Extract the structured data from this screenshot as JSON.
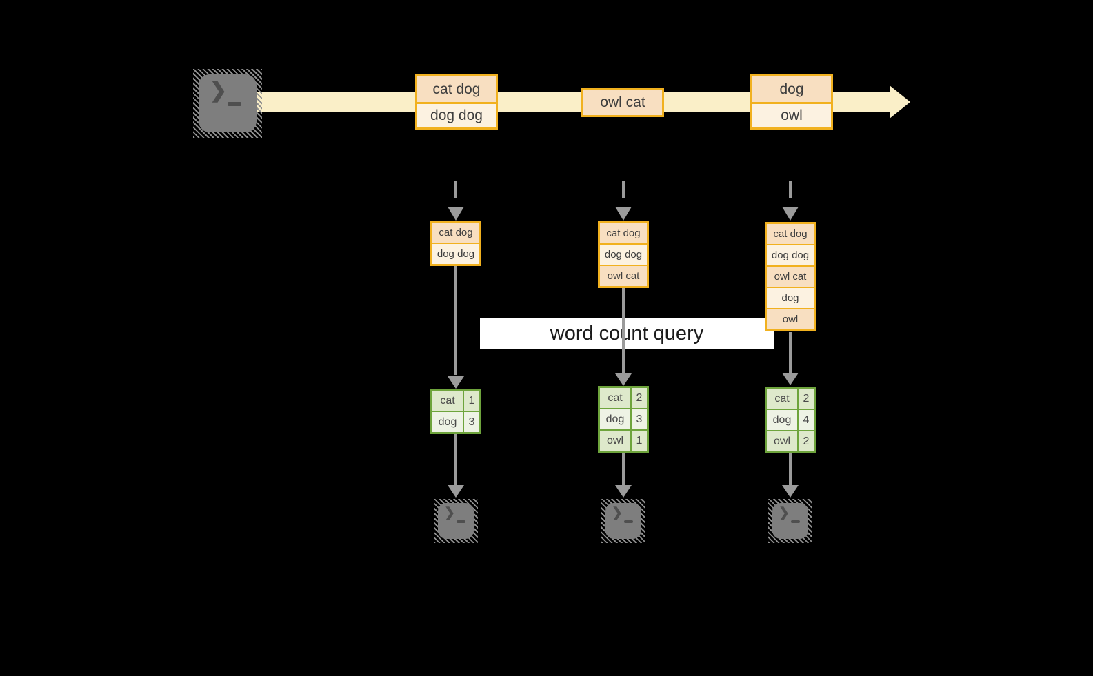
{
  "banner": {
    "label": "word count query"
  },
  "icons": {
    "terminal_prompt": "❯",
    "source": "terminal-icon",
    "sinks": [
      "terminal-icon",
      "terminal-icon",
      "terminal-icon"
    ],
    "stream_arrow": "right-arrow",
    "flow_arrows": "down-arrow"
  },
  "stream": {
    "events": [
      {
        "lines": [
          "cat dog",
          "dog dog"
        ]
      },
      {
        "lines": [
          "owl cat"
        ]
      },
      {
        "lines": [
          "dog",
          "owl"
        ]
      }
    ]
  },
  "columns": [
    {
      "buffer": [
        "cat dog",
        "dog dog"
      ],
      "counts": [
        {
          "word": "cat",
          "count": "1"
        },
        {
          "word": "dog",
          "count": "3"
        }
      ]
    },
    {
      "buffer": [
        "cat dog",
        "dog dog",
        "owl cat"
      ],
      "counts": [
        {
          "word": "cat",
          "count": "2"
        },
        {
          "word": "dog",
          "count": "3"
        },
        {
          "word": "owl",
          "count": "1"
        }
      ]
    },
    {
      "buffer": [
        "cat dog",
        "dog dog",
        "owl cat",
        "dog",
        "owl"
      ],
      "counts": [
        {
          "word": "cat",
          "count": "2"
        },
        {
          "word": "dog",
          "count": "4"
        },
        {
          "word": "owl",
          "count": "2"
        }
      ]
    }
  ],
  "colors": {
    "background": "#000000",
    "stream_band": "#faefc8",
    "event_border": "#f1b11f",
    "event_fill_dark": "#f8dfc1",
    "event_fill_light": "#fcf2e1",
    "table_border": "#6ea43c",
    "table_fill_dark": "#dee9cb",
    "table_fill_light": "#eef3e5",
    "arrow_gray": "#9b9b9b",
    "terminal_gray": "#7e7e7e",
    "banner_bg": "#ffffff"
  }
}
